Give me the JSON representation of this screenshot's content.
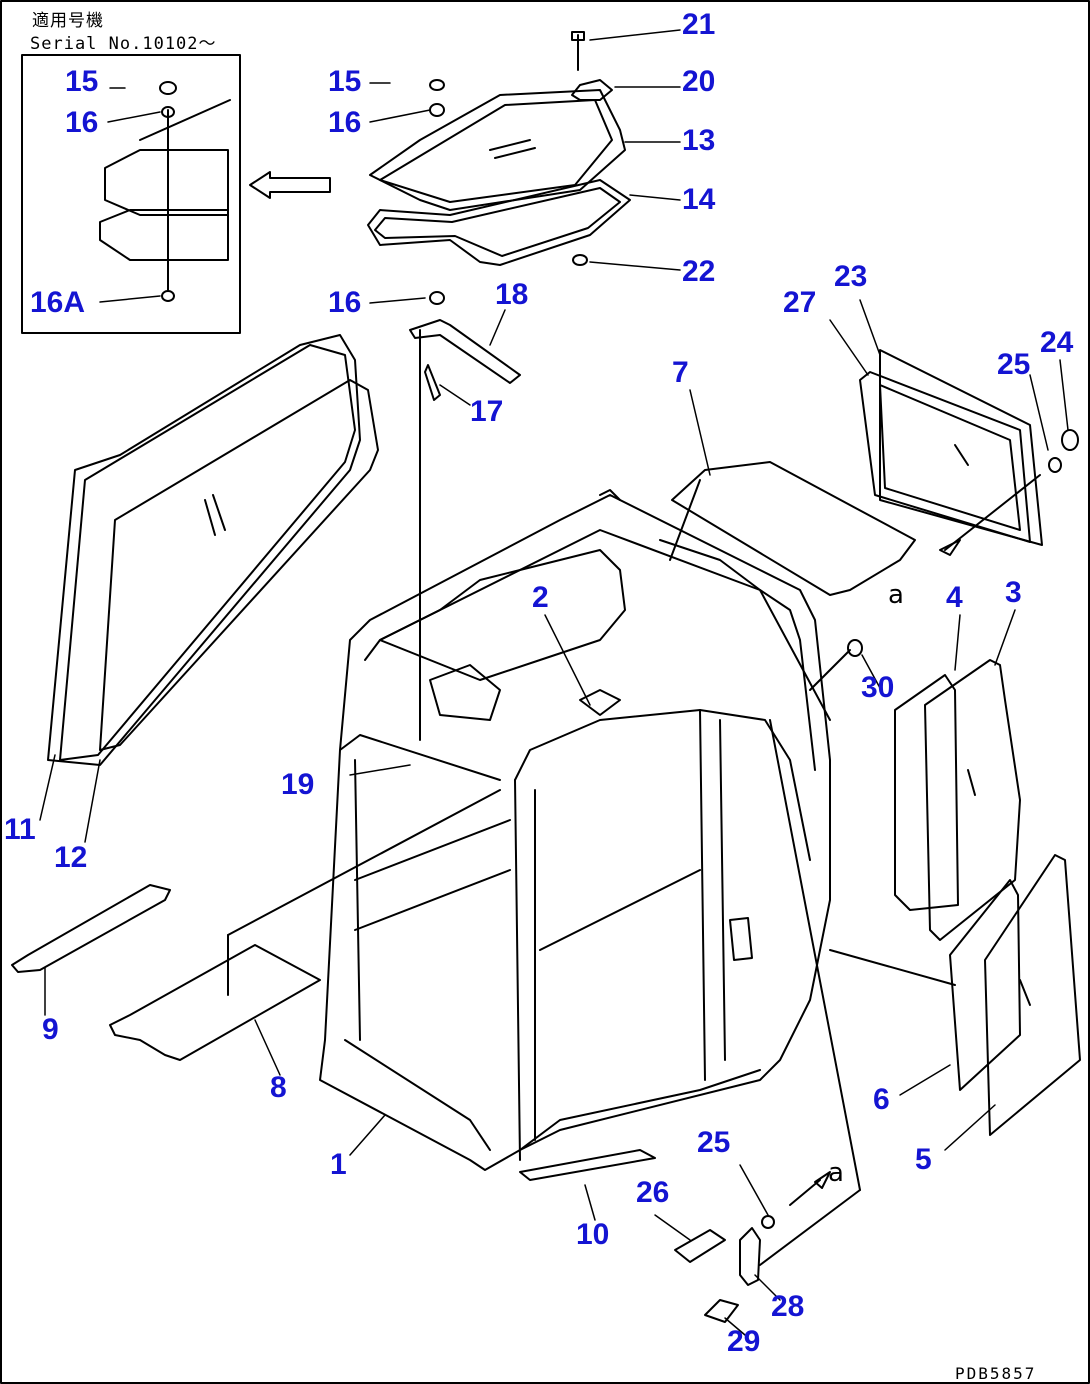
{
  "header": {
    "applicable_label": "適用号機",
    "serial_label": "Serial No.10102～"
  },
  "drawing_code": "PDB5857",
  "view_mark": "a",
  "callouts": [
    "1",
    "2",
    "3",
    "4",
    "5",
    "6",
    "7",
    "8",
    "9",
    "10",
    "11",
    "12",
    "13",
    "14",
    "15",
    "16",
    "16A",
    "17",
    "18",
    "19",
    "20",
    "21",
    "22",
    "23",
    "24",
    "25",
    "26",
    "27",
    "28",
    "29",
    "30"
  ],
  "colors": {
    "callout": "#1414d2",
    "line": "#000000"
  }
}
